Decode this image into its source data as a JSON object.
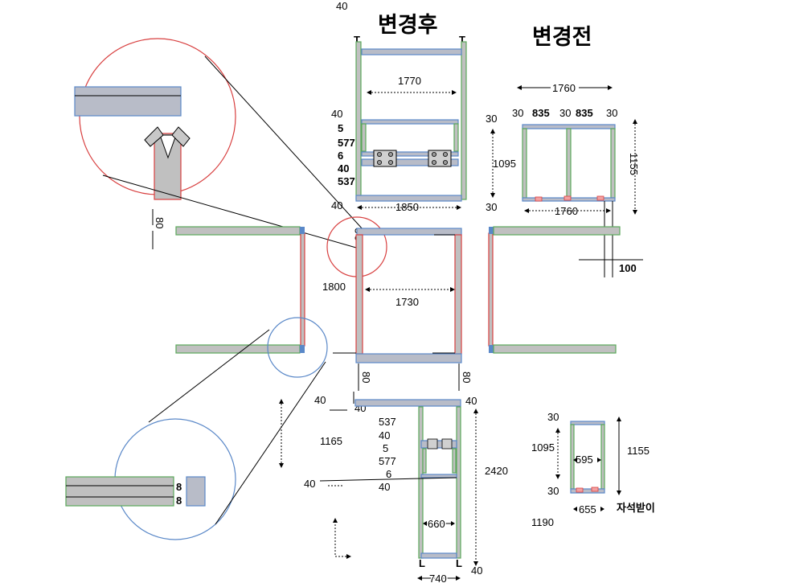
{
  "titles": {
    "after": "변경후",
    "before": "변경전"
  },
  "after_top": {
    "top40": "40",
    "w1770": "1770",
    "stack": [
      "40",
      "5",
      "577",
      "6",
      "40",
      "537"
    ],
    "bottom40": "40",
    "w1850": "1850"
  },
  "before_top": {
    "w1760": "1760",
    "row": [
      "30",
      "835",
      "30",
      "835",
      "30"
    ],
    "left30": "30",
    "h1095": "1095",
    "h1155": "1155",
    "bottom30": "30",
    "w1760b": "1760",
    "d100": "100"
  },
  "center": {
    "h1800": "1800",
    "w1730": "1730",
    "d80a": "80",
    "d80b": "80"
  },
  "left_detail": {
    "d80": "80",
    "eight1": "8",
    "eight2": "8"
  },
  "after_bottom": {
    "l40a": "40",
    "l40b": "40",
    "r40": "40",
    "stack": [
      "537",
      "40",
      "5",
      "577",
      "6",
      "40"
    ],
    "h1165": "1165",
    "l40c": "40",
    "h2420": "2420",
    "w660": "660",
    "b40": "40",
    "w740": "740"
  },
  "before_bottom": {
    "t30": "30",
    "h1095": "1095",
    "w595": "595",
    "h1155": "1155",
    "b30": "30",
    "w655": "655",
    "label": "자석받이",
    "h1190": "1190"
  }
}
